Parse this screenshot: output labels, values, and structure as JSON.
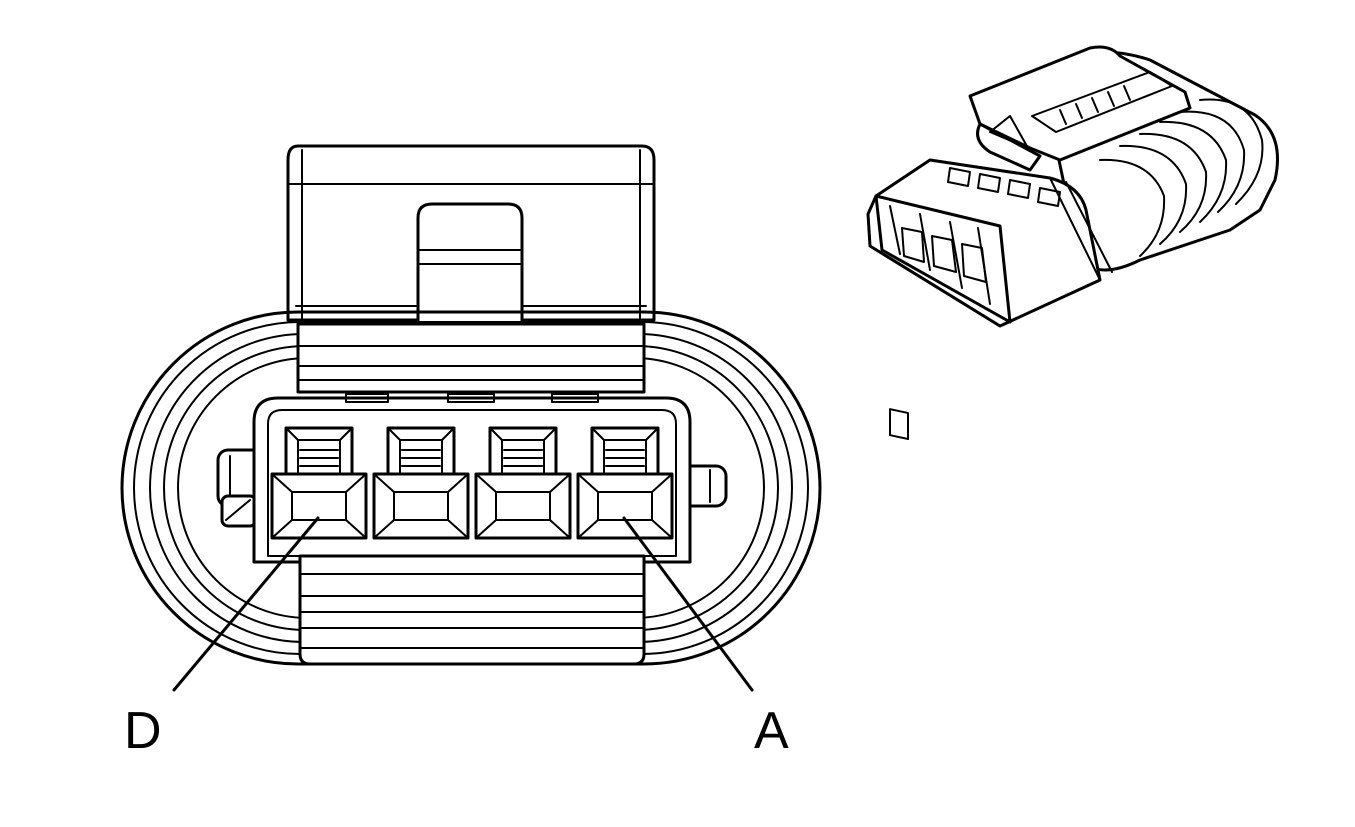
{
  "connector": {
    "cavity_count": 4,
    "pin_labels": [
      {
        "id": "pin-d",
        "text": "D",
        "cavity_index": 0
      },
      {
        "id": "pin-a",
        "text": "A",
        "cavity_index": 3
      }
    ]
  },
  "colors": {
    "line": "#000000",
    "background": "#ffffff"
  }
}
